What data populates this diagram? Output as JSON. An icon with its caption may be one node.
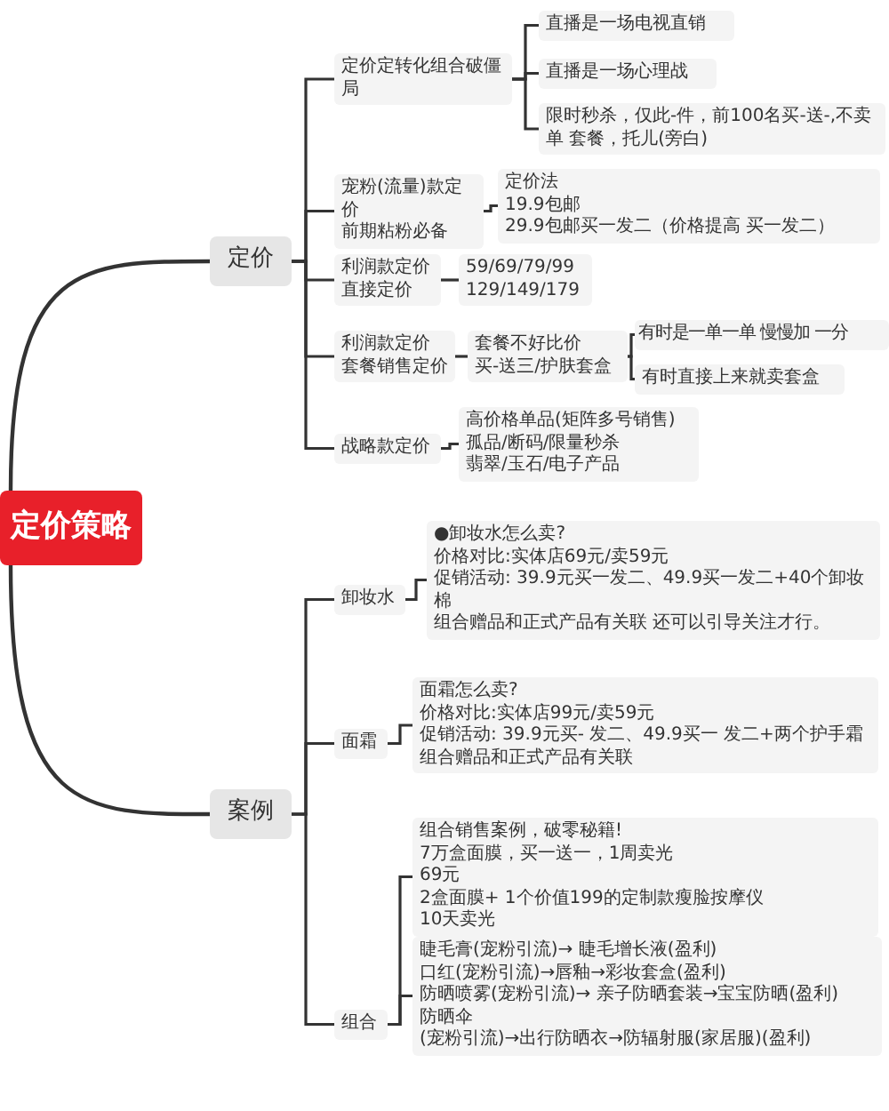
{
  "diagram": {
    "nodes": [
      {
        "text": [
          "定价策略"
        ]
      },
      {
        "text": [
          "定价"
        ]
      },
      {
        "text": [
          "案例"
        ]
      },
      {
        "text": [
          "定价定转化组合破僵局"
        ]
      },
      {
        "text": [
          "直播是一场电视直销"
        ]
      },
      {
        "text": [
          "直播是一场心理战"
        ]
      },
      {
        "text": [
          "限时秒杀，仅此-件，前100名买-送-,不卖单 套餐，托儿(旁白)"
        ]
      },
      {
        "text": [
          "宠粉(流量)款定价",
          "前期粘粉必备"
        ]
      },
      {
        "text": [
          "定价法",
          "19.9包邮",
          "29.9包邮买一发二（价格提高 买一发二）"
        ]
      },
      {
        "text": [
          "利润款定价",
          "直接定价"
        ]
      },
      {
        "text": [
          "59/69/79/99",
          "129/149/179"
        ]
      },
      {
        "text": [
          "利润款定价",
          "套餐销售定价"
        ]
      },
      {
        "text": [
          "套餐不好比价",
          "买-送三/护肤套盒"
        ]
      },
      {
        "text": [
          "有时是一单一单 慢慢加  一分"
        ]
      },
      {
        "text": [
          "有时直接上来就卖套盒"
        ]
      },
      {
        "text": [
          "战略款定价"
        ]
      },
      {
        "text": [
          "高价格单品(矩阵多号销售)",
          "孤品/断码/限量秒杀",
          "翡翠/玉石/电子产品"
        ]
      },
      {
        "text": [
          "卸妆水"
        ]
      },
      {
        "text": [
          "●卸妆水怎么卖?",
          "价格对比:实体店69元/卖59元",
          "促销活动: 39.9元买一发二、49.9买一发二+40个卸妆棉",
          "组合赠品和正式产品有关联 还可以引导关注才行。"
        ]
      },
      {
        "text": [
          "面霜"
        ]
      },
      {
        "text": [
          "面霜怎么卖?",
          "价格对比:实体店99元/卖59元",
          "促销活动: 39.9元买- 发二、49.9买一 发二+两个护手霜",
          "组合赠品和正式产品有关联"
        ]
      },
      {
        "text": [
          "组合"
        ]
      },
      {
        "text": [
          "组合销售案例，破零秘籍!",
          "7万盒面膜，买一送一，1周卖光",
          "69元",
          "2盒面膜+ 1个价值199的定制款瘦脸按摩仪",
          "10天卖光"
        ]
      },
      {
        "text": [
          "睫毛膏(宠粉引流)→ 睫毛增长液(盈利)",
          "口红(宠粉引流)→唇釉→彩妆套盒(盈利)",
          "防晒喷雾(宠粉引流)→ 亲子防晒套装→宝宝防晒(盈利)",
          "防晒伞",
          "(宠粉引流)→出行防晒衣→防辐射服(家居服)(盈利)"
        ]
      }
    ],
    "edges": [
      {
        "from": 0,
        "to": 1,
        "arrow": "none"
      },
      {
        "from": 0,
        "to": 2,
        "arrow": "none"
      },
      {
        "from": 1,
        "to": 3,
        "arrow": "none"
      },
      {
        "from": 1,
        "to": 7,
        "arrow": "none"
      },
      {
        "from": 1,
        "to": 9,
        "arrow": "none"
      },
      {
        "from": 1,
        "to": 11,
        "arrow": "none"
      },
      {
        "from": 1,
        "to": 15,
        "arrow": "none"
      },
      {
        "from": 3,
        "to": 4,
        "arrow": "none"
      },
      {
        "from": 3,
        "to": 5,
        "arrow": "none"
      },
      {
        "from": 3,
        "to": 6,
        "arrow": "none"
      },
      {
        "from": 7,
        "to": 8,
        "arrow": "none"
      },
      {
        "from": 9,
        "to": 10,
        "arrow": "none"
      },
      {
        "from": 11,
        "to": 12,
        "arrow": "none"
      },
      {
        "from": 12,
        "to": 13,
        "arrow": "none"
      },
      {
        "from": 12,
        "to": 14,
        "arrow": "none"
      },
      {
        "from": 15,
        "to": 16,
        "arrow": "none"
      },
      {
        "from": 2,
        "to": 17,
        "arrow": "none"
      },
      {
        "from": 2,
        "to": 19,
        "arrow": "none"
      },
      {
        "from": 2,
        "to": 21,
        "arrow": "none"
      },
      {
        "from": 17,
        "to": 18,
        "arrow": "none"
      },
      {
        "from": 19,
        "to": 20,
        "arrow": "none"
      },
      {
        "from": 21,
        "to": 22,
        "arrow": "none"
      },
      {
        "from": 21,
        "to": 23,
        "arrow": "none"
      }
    ]
  }
}
